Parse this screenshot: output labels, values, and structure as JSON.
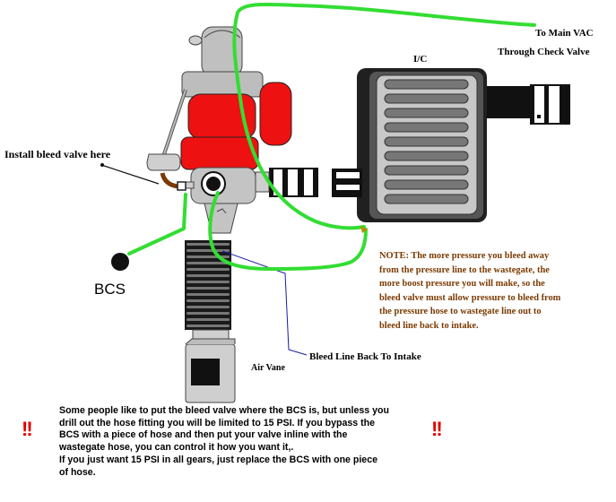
{
  "labels": {
    "to_main_vac": "To Main VAC",
    "through_check_valve": "Through Check Valve",
    "ic": "I/C",
    "install_bleed": "Install bleed valve here",
    "bcs": "BCS",
    "bleed_line": "Bleed Line Back To Intake",
    "air_vane": "Air Vane"
  },
  "note_lines": [
    "NOTE: The more pressure you bleed away",
    "from the pressure line to the wastegate, the",
    "more boost pressure you will make, so the",
    "bleed valve must allow pressure to bleed from",
    "the pressure hose to wastegate line out to",
    "bleed line back to intake."
  ],
  "bottom_lines": [
    "Some people like to put the bleed valve where the BCS is, but unless you",
    "drill out the hose fitting you will be limited to 15 PSI. If you bypass the",
    "BCS with a piece of hose and then put your valve inline with the",
    "  wastegate hose, you can control it how you want it,.",
    "If you just want 15 PSI in all gears, just replace the BCS with one piece",
    "  of hose."
  ],
  "warning_mark": "!!",
  "colors": {
    "hose_green": "#33dd33",
    "turbo_red": "#ee1111",
    "housing_gray": "#c0c0c0",
    "note_brown": "#7a3a00",
    "warning_red": "#e00000",
    "bleed_line_blue": "#1a1aaa"
  }
}
